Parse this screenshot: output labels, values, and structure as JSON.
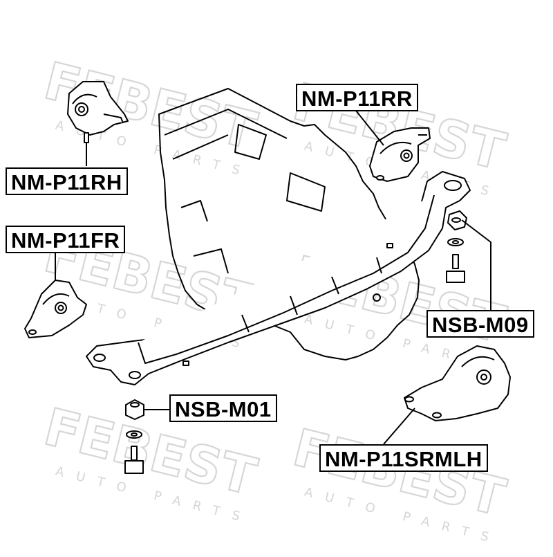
{
  "labels": {
    "rh": "NM-P11RH",
    "rr": "NM-P11RR",
    "fr": "NM-P11FR",
    "m09": "NSB-M09",
    "m01": "NSB-M01",
    "srmlh": "NM-P11SRMLH"
  },
  "watermark": {
    "brand": "FEBEST",
    "tagline": "AUTO PARTS"
  },
  "colors": {
    "ink": "#000000",
    "watermark": "#d8d8d8",
    "background": "#ffffff"
  }
}
